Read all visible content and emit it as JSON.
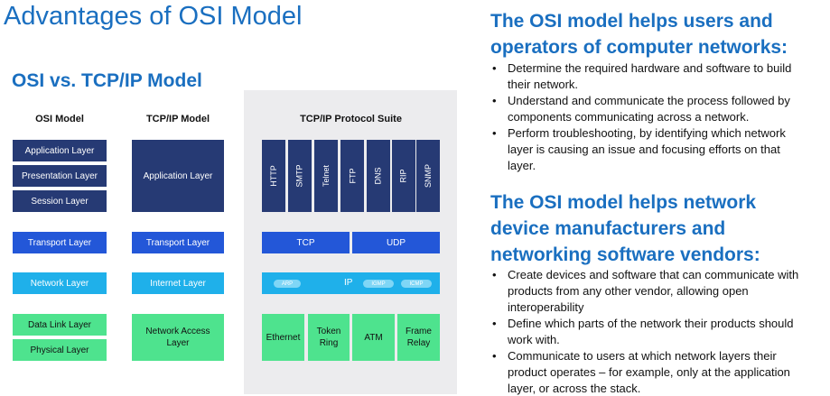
{
  "title": "Advantages of OSI Model",
  "subtitle": "OSI vs. TCP/IP Model",
  "diagram": {
    "osi_heading": "OSI Model",
    "tcpip_heading": "TCP/IP Model",
    "suite_heading": "TCP/IP Protocol Suite",
    "osi_layers": [
      "Application Layer",
      "Presentation Layer",
      "Session Layer",
      "Transport Layer",
      "Network Layer",
      "Data Link Layer",
      "Physical Layer"
    ],
    "tcpip_layers": [
      "Application Layer",
      "Transport Layer",
      "Internet Layer",
      "Network Access Layer"
    ],
    "app_protocols": [
      "HTTP",
      "SMTP",
      "Telnet",
      "FTP",
      "DNS",
      "RIP",
      "SNMP"
    ],
    "transport_protocols": [
      "TCP",
      "UDP"
    ],
    "internet": {
      "label": "IP",
      "pills": [
        "ARP",
        "IGMP",
        "ICMP"
      ]
    },
    "access_protocols": [
      "Ethernet",
      "Token Ring",
      "ATM",
      "Frame Relay"
    ],
    "colors": {
      "navy": "#263a74",
      "blue": "#2357d8",
      "cyan": "#1fb0ea",
      "green": "#4ee38e",
      "panel": "#ececee",
      "heading": "#1a6fc0"
    }
  },
  "users_section": {
    "heading_line1": "The OSI model helps users and",
    "heading_line2": "operators of computer networks:",
    "bullets": [
      {
        "l1": "Determine the required hardware and software to build",
        "l2": "their network."
      },
      {
        "l1": "Understand and communicate the process followed by",
        "l2": "components communicating across a network."
      },
      {
        "l1": "Perform troubleshooting, by identifying which network",
        "l2": "layer is causing an issue and focusing efforts on that",
        "l3": "layer."
      }
    ]
  },
  "vendors_section": {
    "heading_line1": "The OSI model helps network",
    "heading_line2": "device manufacturers and",
    "heading_line3": "networking software vendors:",
    "bullets": [
      {
        "l1": "Create devices and software that can communicate with",
        "l2": "products from any other vendor, allowing open",
        "l3": "interoperability"
      },
      {
        "l1": "Define which parts of the network their products should",
        "l2": "work with."
      },
      {
        "l1": "Communicate to users at which network layers their",
        "l2": "product operates – for example, only at the application",
        "l3": "layer, or across the stack."
      }
    ]
  }
}
